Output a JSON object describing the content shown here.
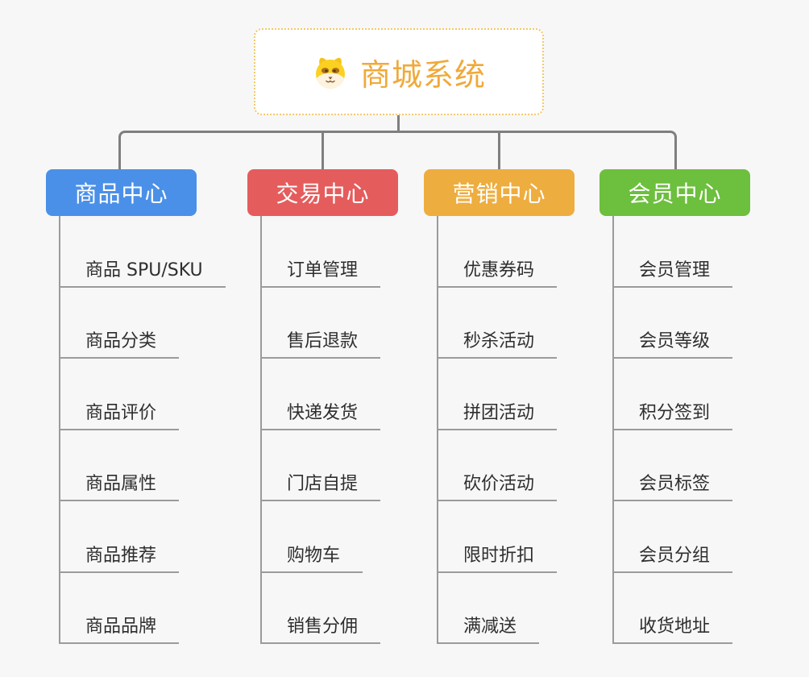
{
  "background_color": "#f7f7f7",
  "connector_color": "#7f7f7f",
  "child_line_color": "#9b9b9b",
  "root": {
    "title": "商城系统",
    "icon": "dog-face-icon",
    "text_color": "#f0a93b",
    "border_color": "#f3c76a"
  },
  "branches": [
    {
      "label": "商品中心",
      "color": "#4b90e8",
      "children": [
        "商品 SPU/SKU",
        "商品分类",
        "商品评价",
        "商品属性",
        "商品推荐",
        "商品品牌"
      ]
    },
    {
      "label": "交易中心",
      "color": "#e55c5c",
      "children": [
        "订单管理",
        "售后退款",
        "快递发货",
        "门店自提",
        "购物车",
        "销售分佣"
      ]
    },
    {
      "label": "营销中心",
      "color": "#eead3f",
      "children": [
        "优惠券码",
        "秒杀活动",
        "拼团活动",
        "砍价活动",
        "限时折扣",
        "满减送"
      ]
    },
    {
      "label": "会员中心",
      "color": "#6dbf3e",
      "children": [
        "会员管理",
        "会员等级",
        "积分签到",
        "会员标签",
        "会员分组",
        "收货地址"
      ]
    }
  ]
}
